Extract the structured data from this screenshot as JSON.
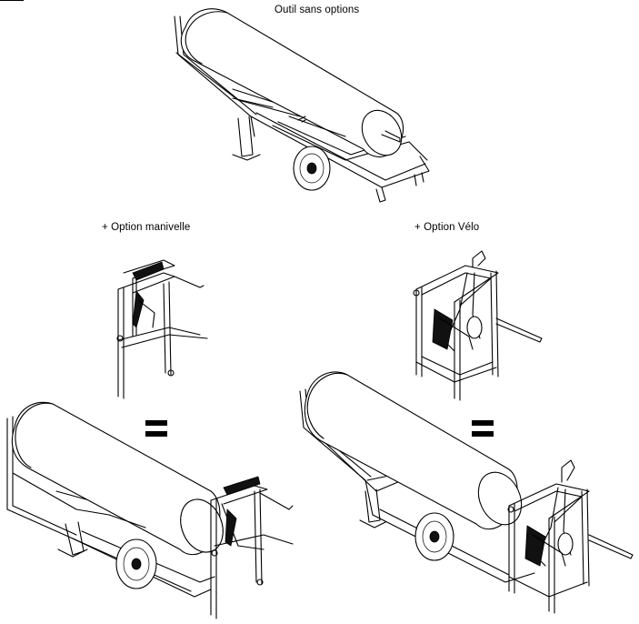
{
  "titles": {
    "top": "Outil sans options",
    "left": "+ Option  manivelle",
    "right": "+ Option Vélo"
  },
  "symbols": {
    "equals": "="
  },
  "colors": {
    "line": "#000000",
    "background": "#ffffff"
  }
}
